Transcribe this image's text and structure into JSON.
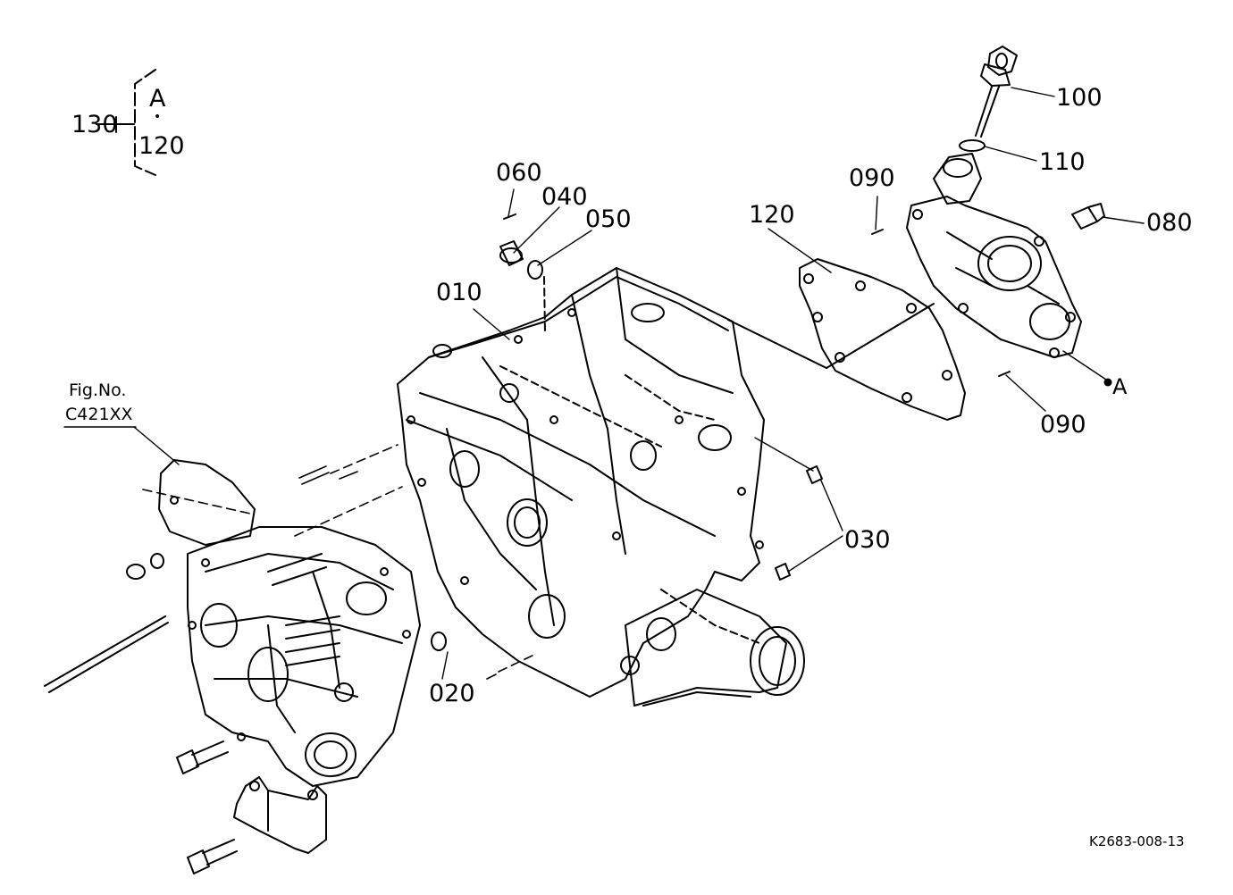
{
  "callouts": {
    "c010": "010",
    "c020": "020",
    "c030": "030",
    "c040": "040",
    "c050": "050",
    "c060": "060",
    "c080": "080",
    "c090a": "090",
    "c090b": "090",
    "c100": "100",
    "c110": "110",
    "c120": "120",
    "c130": "130"
  },
  "legend": {
    "a": "A",
    "dot": "•",
    "part": "120"
  },
  "ref_a": "A",
  "fig": {
    "line1": "Fig.No.",
    "line2": "C421XX"
  },
  "drawing_code": "K2683-008-13",
  "colors": {
    "ink": "#000000",
    "paper": "#ffffff"
  }
}
